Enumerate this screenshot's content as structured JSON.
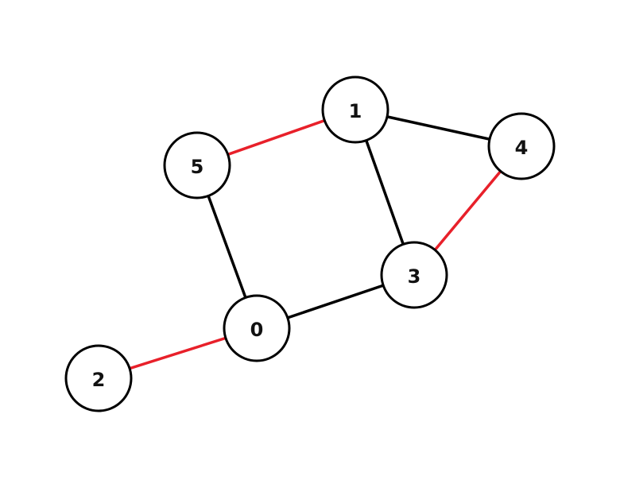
{
  "graph": {
    "colors": {
      "default_edge": "#000000",
      "highlight_edge": "#e8202a",
      "node_fill": "#ffffff",
      "node_stroke": "#000000"
    },
    "nodes": [
      {
        "id": "0",
        "label": "0"
      },
      {
        "id": "1",
        "label": "1"
      },
      {
        "id": "2",
        "label": "2"
      },
      {
        "id": "3",
        "label": "3"
      },
      {
        "id": "4",
        "label": "4"
      },
      {
        "id": "5",
        "label": "5"
      }
    ],
    "edges": [
      {
        "from": "5",
        "to": "1",
        "highlighted": true
      },
      {
        "from": "1",
        "to": "4",
        "highlighted": false
      },
      {
        "from": "1",
        "to": "3",
        "highlighted": false
      },
      {
        "from": "4",
        "to": "3",
        "highlighted": true
      },
      {
        "from": "5",
        "to": "0",
        "highlighted": false
      },
      {
        "from": "0",
        "to": "3",
        "highlighted": false
      },
      {
        "from": "2",
        "to": "0",
        "highlighted": true
      }
    ]
  }
}
